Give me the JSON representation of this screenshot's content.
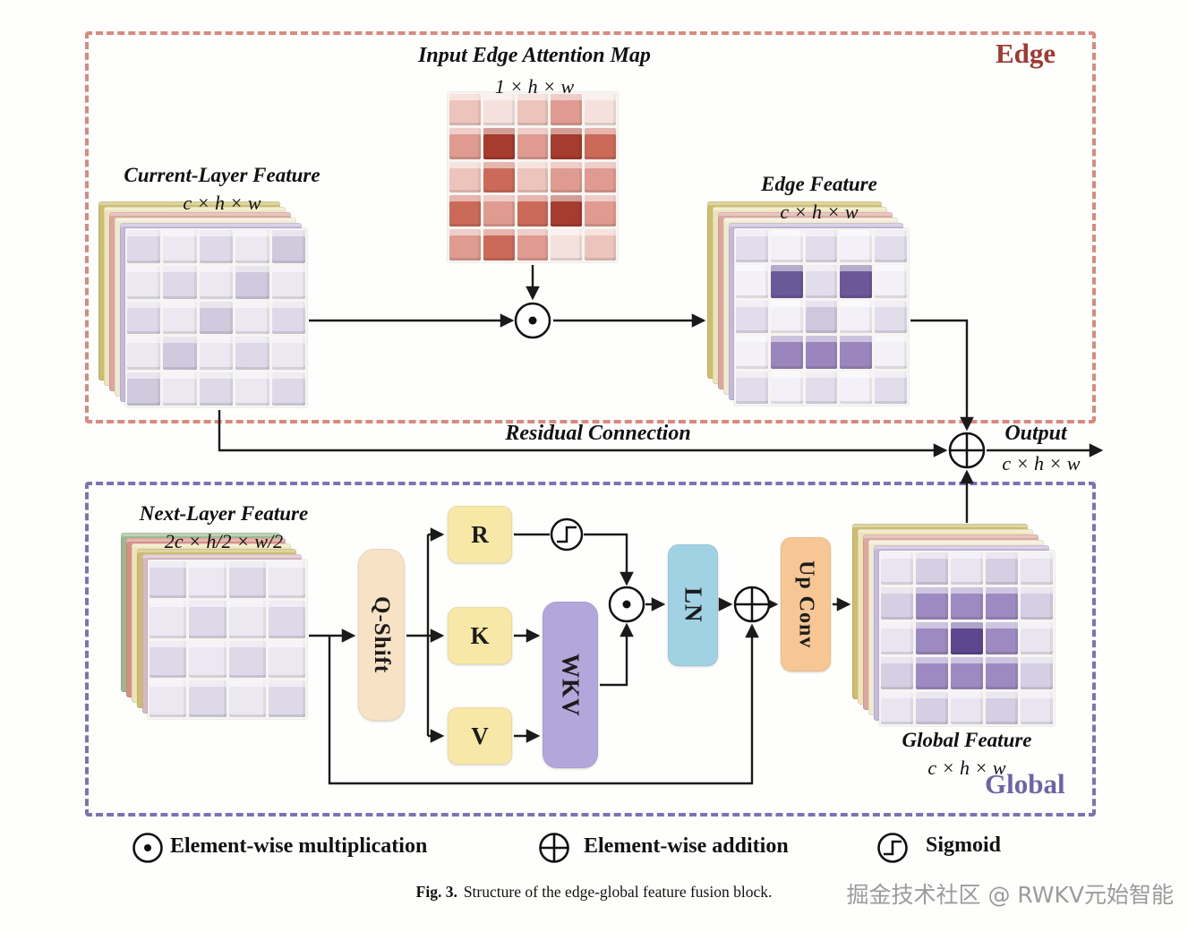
{
  "edge": {
    "label": "Edge",
    "attention": {
      "title": "Input Edge Attention Map",
      "dims": "1 × h × w"
    },
    "current": {
      "title": "Current-Layer Feature",
      "dims": "c × h × w"
    },
    "feature": {
      "title": "Edge Feature",
      "dims": "c × h × w"
    }
  },
  "residual": {
    "label": "Residual Connection"
  },
  "output": {
    "label": "Output",
    "dims": "c × h × w"
  },
  "global": {
    "label": "Global",
    "next": {
      "title": "Next-Layer Feature",
      "dims": "2c × h/2 × w/2"
    },
    "blocks": {
      "qshift": "Q-Shift",
      "r": "R",
      "k": "K",
      "v": "V",
      "wkv": "WKV",
      "ln": "LN",
      "upconv": "Up Conv"
    },
    "feature": {
      "title": "Global Feature",
      "dims": "c × h × w"
    }
  },
  "legend": {
    "multiplication": "Element-wise multiplication",
    "addition": "Element-wise addition",
    "sigmoid": "Sigmoid"
  },
  "caption": {
    "fig": "Fig. 3.",
    "text": "Structure of the edge-global feature fusion block."
  },
  "watermark": "掘金技术社区 @ RWKV元始智能",
  "colors": {
    "edge_border": "#d9897e",
    "edge_label": "#a13a32",
    "global_border": "#7d73b4",
    "global_label": "#6c63a8",
    "qshift_bg": "#f7e2c5",
    "rkv_bg": "#f7e8a8",
    "wkv_bg": "#b3a6da",
    "ln_bg": "#a0d2e4",
    "upconv_bg": "#f6c695",
    "arrow": "#1a1a1a"
  },
  "grids": {
    "attention": {
      "palette": [
        "#f4e0dc",
        "#ecc4bc",
        "#df9b90",
        "#cc6a5a",
        "#a63c2e"
      ],
      "layers": [],
      "matrix": [
        [
          1,
          0,
          1,
          2,
          0
        ],
        [
          2,
          4,
          2,
          4,
          3
        ],
        [
          1,
          3,
          1,
          2,
          2
        ],
        [
          3,
          2,
          3,
          4,
          2
        ],
        [
          2,
          3,
          2,
          0,
          1
        ]
      ]
    },
    "current": {
      "palette": [
        "#ece8f2",
        "#ded9e8",
        "#d0cade"
      ],
      "layers": [
        "#cdbd6e",
        "#eee4bb",
        "#dba79e",
        "#f2ead0",
        "#c5bada"
      ],
      "matrix": [
        [
          1,
          0,
          1,
          0,
          2
        ],
        [
          0,
          1,
          0,
          2,
          0
        ],
        [
          1,
          0,
          2,
          0,
          1
        ],
        [
          0,
          2,
          0,
          1,
          0
        ],
        [
          2,
          0,
          1,
          0,
          1
        ]
      ]
    },
    "edge_feature": {
      "palette": [
        "#f3f1f7",
        "#e2ddeb",
        "#cfc7de",
        "#9a86bc",
        "#6b5898"
      ],
      "layers": [
        "#cdbd6e",
        "#eee4bb",
        "#dba79e",
        "#f2ead0",
        "#c5bada"
      ],
      "matrix": [
        [
          1,
          0,
          1,
          0,
          1
        ],
        [
          0,
          4,
          1,
          4,
          0
        ],
        [
          1,
          0,
          2,
          0,
          1
        ],
        [
          0,
          3,
          3,
          3,
          0
        ],
        [
          1,
          0,
          1,
          0,
          1
        ]
      ]
    },
    "next": {
      "palette": [
        "#ece8f2",
        "#ded9e8",
        "#d0cade"
      ],
      "layers": [
        "#9bb88e",
        "#d98f86",
        "#eee4bb",
        "#cdbd6e",
        "#d9b8c4"
      ],
      "matrix": [
        [
          1,
          0,
          1,
          0
        ],
        [
          0,
          1,
          0,
          1
        ],
        [
          1,
          0,
          1,
          0
        ],
        [
          0,
          1,
          0,
          1
        ]
      ]
    },
    "global_feature": {
      "palette": [
        "#e9e5f0",
        "#d6cfe3",
        "#9d8ac2",
        "#5d4890"
      ],
      "layers": [
        "#cdbd6e",
        "#eee4bb",
        "#dba79e",
        "#f2ead0",
        "#c5bada"
      ],
      "matrix": [
        [
          0,
          1,
          0,
          1,
          0
        ],
        [
          1,
          2,
          2,
          2,
          1
        ],
        [
          0,
          2,
          3,
          2,
          0
        ],
        [
          1,
          2,
          2,
          2,
          1
        ],
        [
          0,
          1,
          0,
          1,
          0
        ]
      ]
    }
  }
}
